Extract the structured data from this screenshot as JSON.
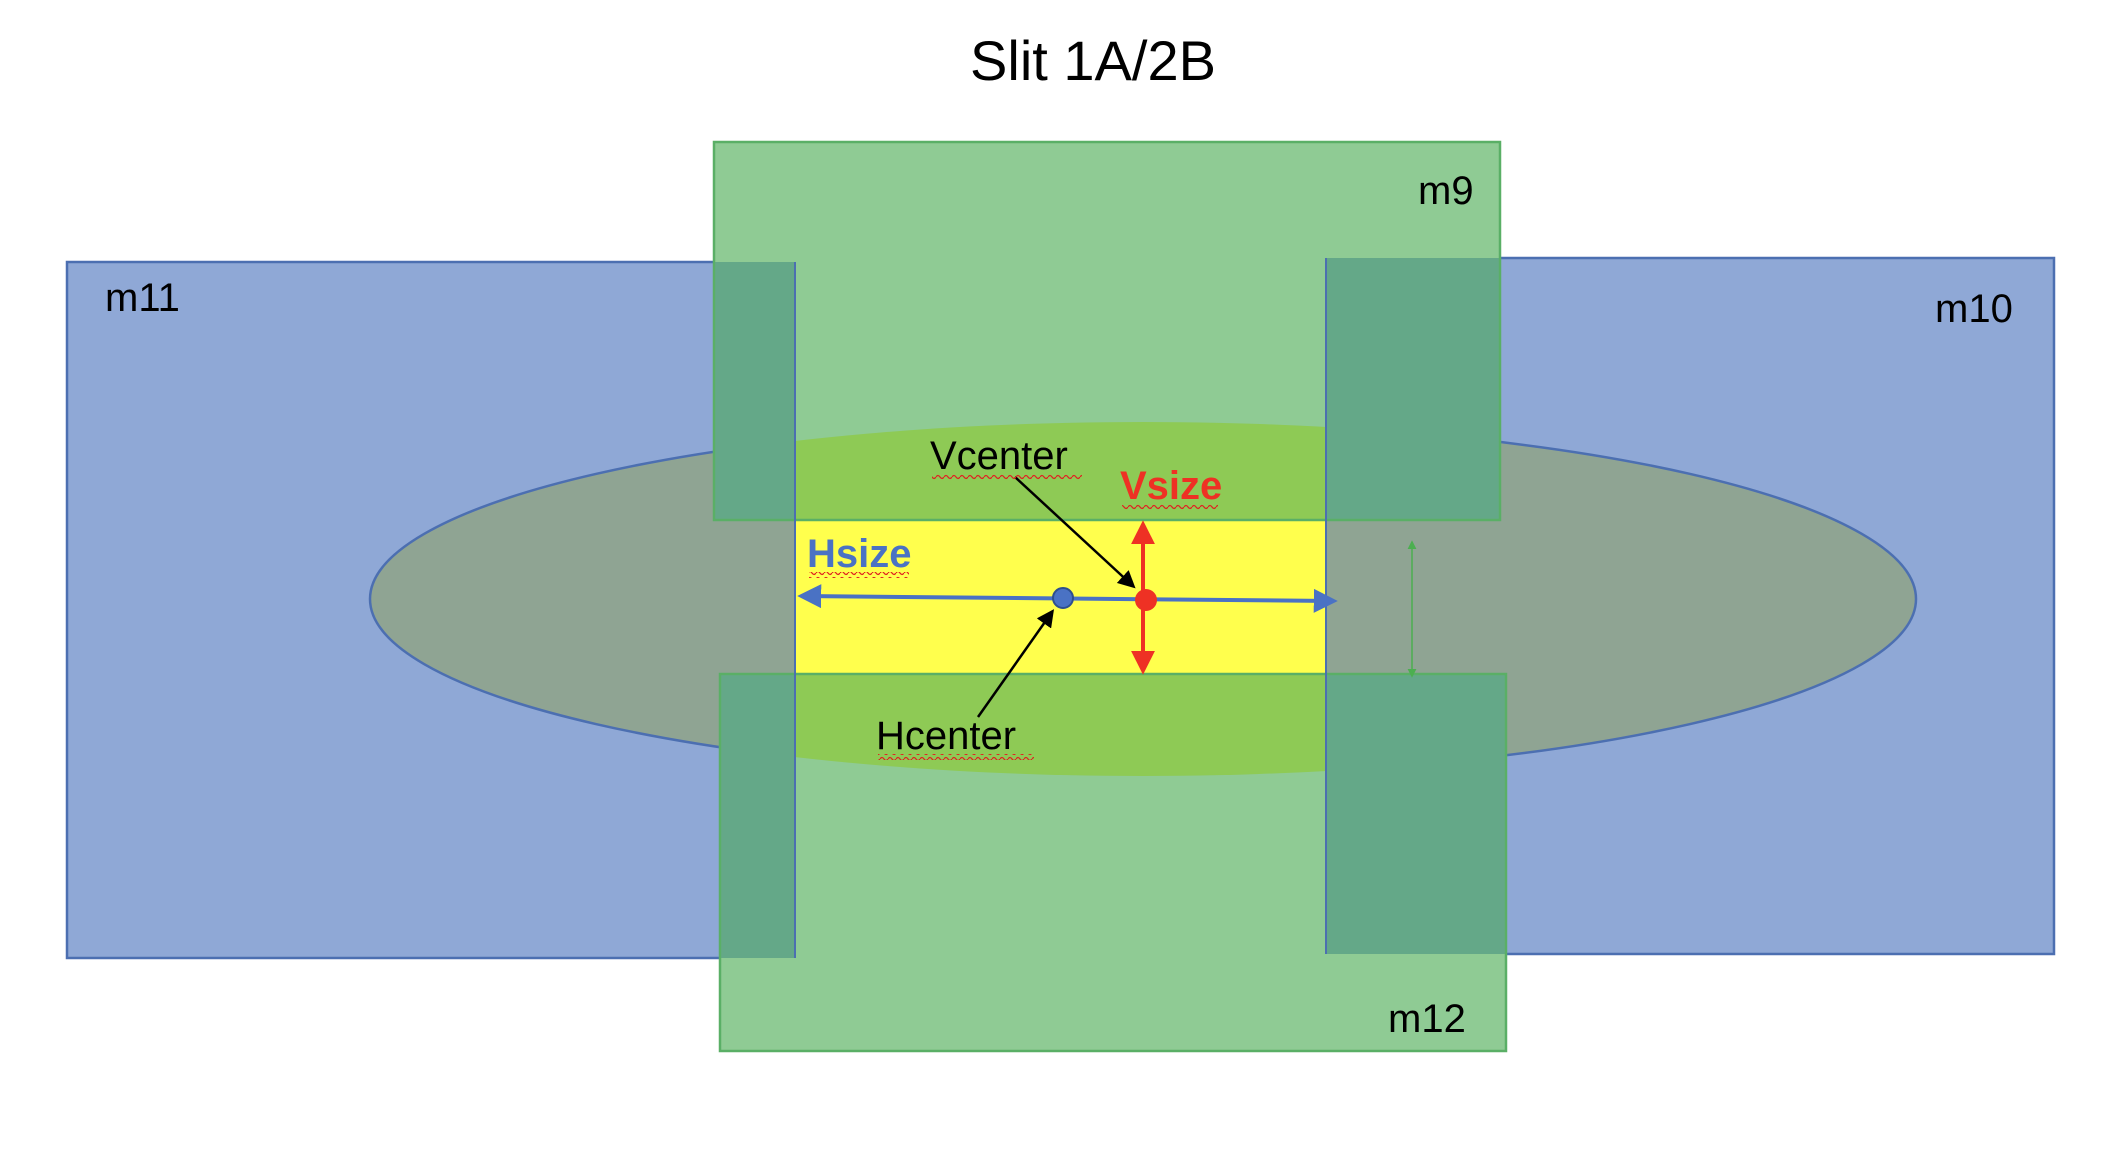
{
  "title": "Slit 1A/2B",
  "labels": {
    "m9": "m9",
    "m10": "m10",
    "m11": "m11",
    "m12": "m12",
    "vcenter": "Vcenter",
    "vsize": "Vsize",
    "hsize": "Hsize",
    "hcenter": "Hcenter"
  },
  "colors": {
    "blue_fill": "#8FA8D6",
    "blue_stroke": "#4C6FB1",
    "green_fill": "#8FCB94",
    "green_stroke": "#5AAF66",
    "overlap_fill": "#64A888",
    "ellipse_inside_green": "#8ECA55",
    "slit_yellow": "#FFFF4D",
    "ellipse_fill": "#8FA493",
    "ellipse_stroke": "#4C6FB1",
    "hsize_color": "#4A72C4",
    "vsize_color": "#EE3124",
    "text": "#000000",
    "squiggle": "#E02020",
    "green_arrow": "#4CAF50"
  }
}
